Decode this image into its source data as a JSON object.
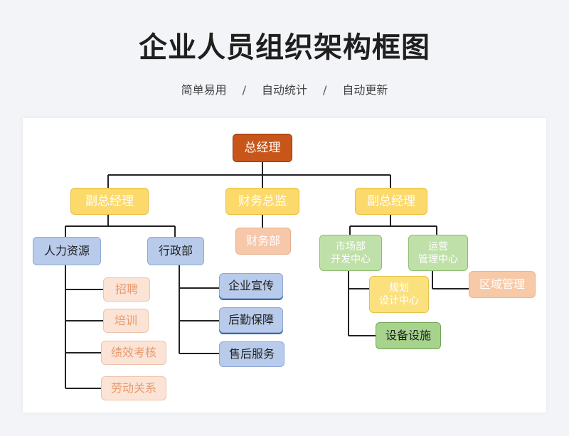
{
  "header": {
    "title": "企业人员组织架构框图",
    "subtitle_items": [
      "简单易用",
      "自动统计",
      "自动更新"
    ],
    "separator": "/"
  },
  "org": {
    "ceo": "总经理",
    "vp_left": "副总经理",
    "finance_director": "财务总监",
    "vp_right": "副总经理",
    "hr": "人力资源",
    "admin": "行政部",
    "finance_dept": "财务部",
    "market_dev_line1": "市场部",
    "market_dev_line2": "开发中心",
    "ops_line1": "运营",
    "ops_line2": "管理中心",
    "regional": "区域管理",
    "planning_line1": "规划",
    "planning_line2": "设计中心",
    "facilities": "设备设施",
    "hr_children": [
      "招聘",
      "培训",
      "绩效考核",
      "劳动关系"
    ],
    "admin_children": [
      "企业宣传",
      "后勤保障",
      "售后服务"
    ]
  },
  "colors": {
    "ceo": "#c8561a",
    "level1": "#fbd96a",
    "finance_dept": "#f7c7aa",
    "hr_child": "#fbe3d6",
    "blue": "#b9cbea",
    "green": "#bfe0a8",
    "planning": "#fbe07e",
    "regional": "#f8c9a6",
    "line": "#222222"
  }
}
